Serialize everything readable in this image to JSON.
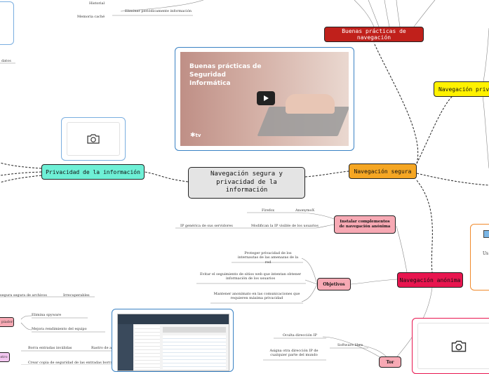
{
  "central": {
    "label": "Navegación segura y privacidad de la información"
  },
  "main_nodes": {
    "privacidad": "Privacidad de la información",
    "navegacion_segura": "Navegación segura",
    "buenas_practicas": "Buenas prácticas de navegación",
    "navegacion_privada": "Navegación privad",
    "navegacion_anonima": "Navegación anónima",
    "instalar": "Instalar complementos de navegación anónima",
    "objetivos": "Objetivos",
    "tor": "Tor"
  },
  "video": {
    "title": "Buenas prácticas de Seguridad Informática",
    "logo": "tv"
  },
  "labels": {
    "historial": "Historial",
    "memoria_cache": "Memoria caché",
    "eliminar_periodicamente": "Eliminar periódicamente información",
    "datos": "datos",
    "firefox": "Firefox",
    "anonymox": "AnonymoX",
    "ip_generica": "IP genérica de sus servidores",
    "modifican_ip": "Modifican la IP visible de los usuarios",
    "proteger": "Proteger privacidad de los internautas de las amenazas de la red",
    "evitar": "Evitar el seguimiento de sitios web que intentan obtener información de los usuarios",
    "mantener": "Mantener anonimato en las comunicaciones que requieren máxima privacidad",
    "segura_archivos": "segura segura de archivos",
    "irrecuperables": "Irrecuperables",
    "elimina_spyware": "Elimina spyware",
    "mejora_rendimiento": "Mejora rendimiento del equipo",
    "pidor": "piador",
    "borra_entradas": "Borra entradas inválidas",
    "rastro": "Rastro de ap",
    "crear_copia": "Crear copia de seguridad de las entradas borradas",
    "istro": "istro",
    "oculta_ip": "Oculta dirección IP",
    "software_libre": "Software libre",
    "asigna_ip": "Asigna otra dirección IP de cualquier parte del mundo",
    "us": "Us"
  },
  "colors": {
    "privacidad": "#6ef0d6",
    "navegacion_segura": "#f5a623",
    "buenas_practicas": "#c0201b",
    "navegacion_privada": "#fff200",
    "navegacion_anonima": "#e8154f",
    "instalar": "#f7a9b4",
    "objetivos": "#f7a9b4",
    "tor": "#f7a9b4",
    "central": "#e4e4e4"
  }
}
